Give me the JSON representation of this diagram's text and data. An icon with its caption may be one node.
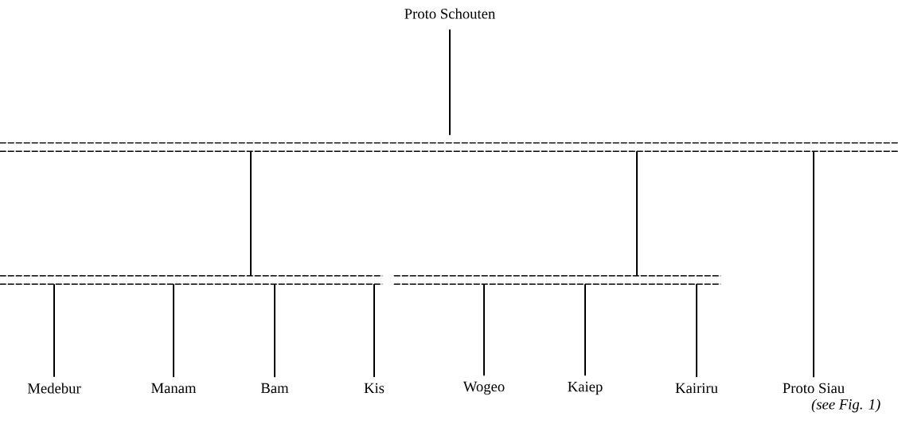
{
  "diagram": {
    "nodes": [
      {
        "text": [
          "Proto Schouten"
        ]
      },
      {
        "text": [],
        "shape": "bar"
      },
      {
        "text": [],
        "shape": "bar"
      },
      {
        "text": [],
        "shape": "bar"
      },
      {
        "text": [
          "Medebur"
        ]
      },
      {
        "text": [
          "Manam"
        ]
      },
      {
        "text": [
          "Bam"
        ]
      },
      {
        "text": [
          "Kis"
        ]
      },
      {
        "text": [
          "Wogeo"
        ]
      },
      {
        "text": [
          "Kaiep"
        ]
      },
      {
        "text": [
          "Kairiru"
        ]
      },
      {
        "text": [
          "Proto Siau"
        ],
        "beside": [
          "(see Fig. 1)"
        ]
      }
    ],
    "edges": [
      {
        "from": 0,
        "to": 1,
        "arrow": "none"
      },
      {
        "from": 1,
        "to": 2,
        "arrow": "none"
      },
      {
        "from": 1,
        "to": 3,
        "arrow": "none"
      },
      {
        "from": 1,
        "to": 11,
        "arrow": "none"
      },
      {
        "from": 2,
        "to": 4,
        "arrow": "none"
      },
      {
        "from": 2,
        "to": 5,
        "arrow": "none"
      },
      {
        "from": 2,
        "to": 6,
        "arrow": "none"
      },
      {
        "from": 2,
        "to": 7,
        "arrow": "none"
      },
      {
        "from": 3,
        "to": 8,
        "arrow": "none"
      },
      {
        "from": 3,
        "to": 9,
        "arrow": "none"
      },
      {
        "from": 3,
        "to": 10,
        "arrow": "none"
      }
    ]
  }
}
